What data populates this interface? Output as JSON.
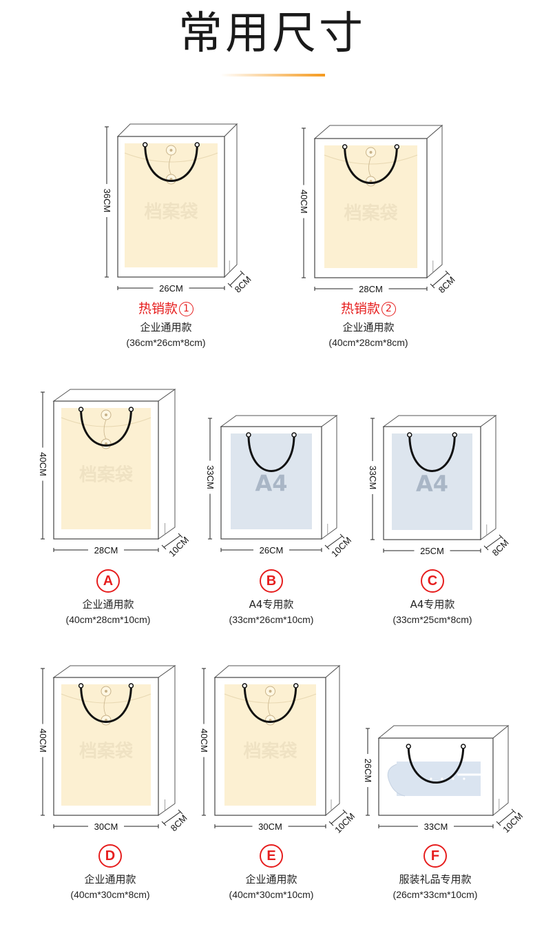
{
  "page": {
    "title": "常用尺寸",
    "accent_color": "#f59a1e",
    "label_color": "#e61e1e"
  },
  "bags": [
    {
      "id": "hot1",
      "tag": "热销款",
      "tag_number": "1",
      "name": "企业通用款",
      "size": "(36cm*26cm*8cm)",
      "height_label": "36CM",
      "width_label": "26CM",
      "depth_label": "8CM",
      "watermark": "档案袋",
      "style": "envelope"
    },
    {
      "id": "hot2",
      "tag": "热销款",
      "tag_number": "2",
      "name": "企业通用款",
      "size": "(40cm*28cm*8cm)",
      "height_label": "40CM",
      "width_label": "28CM",
      "depth_label": "8CM",
      "watermark": "档案袋",
      "style": "envelope"
    },
    {
      "id": "A",
      "letter": "A",
      "name": "企业通用款",
      "size": "(40cm*28cm*10cm)",
      "height_label": "40CM",
      "width_label": "28CM",
      "depth_label": "10CM",
      "watermark": "档案袋",
      "style": "envelope"
    },
    {
      "id": "B",
      "letter": "B",
      "name": "A4专用款",
      "size": "(33cm*26cm*10cm)",
      "height_label": "33CM",
      "width_label": "26CM",
      "depth_label": "10CM",
      "watermark": "A4",
      "style": "paper"
    },
    {
      "id": "C",
      "letter": "C",
      "name": "A4专用款",
      "size": "(33cm*25cm*8cm)",
      "height_label": "33CM",
      "width_label": "25CM",
      "depth_label": "8CM",
      "watermark": "A4",
      "style": "paper"
    },
    {
      "id": "D",
      "letter": "D",
      "name": "企业通用款",
      "size": "(40cm*30cm*8cm)",
      "height_label": "40CM",
      "width_label": "30CM",
      "depth_label": "8CM",
      "watermark": "档案袋",
      "style": "envelope"
    },
    {
      "id": "E",
      "letter": "E",
      "name": "企业通用款",
      "size": "(40cm*30cm*10cm)",
      "height_label": "40CM",
      "width_label": "30CM",
      "depth_label": "10CM",
      "watermark": "档案袋",
      "style": "envelope"
    },
    {
      "id": "F",
      "letter": "F",
      "name": "服装礼品专用款",
      "size": "(26cm*33cm*10cm)",
      "height_label": "26CM",
      "width_label": "33CM",
      "depth_label": "10CM",
      "watermark": "",
      "style": "shirt"
    }
  ]
}
